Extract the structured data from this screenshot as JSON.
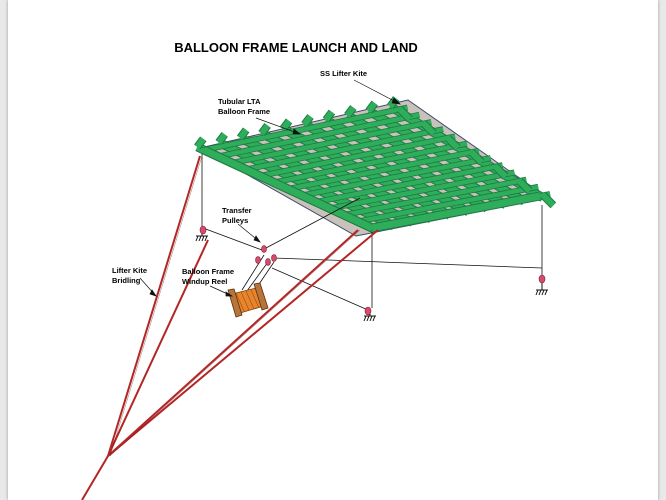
{
  "diagram": {
    "title": "BALLOON FRAME LAUNCH AND LAND",
    "labels": {
      "lifter_kite": "SS Lifter Kite",
      "balloon_frame_1": "Tubular LTA",
      "balloon_frame_2": "Balloon Frame",
      "pulleys_1": "Transfer",
      "pulleys_2": "Pulleys",
      "bridling_1": "Lifter Kite",
      "bridling_2": "Bridling",
      "reel_1": "Balloon Frame",
      "reel_2": "Windup Reel"
    },
    "colors": {
      "kite": "#c8c2bb",
      "frame": "#2eae5b",
      "bridle": "#b32626",
      "pulley": "#d64a6b",
      "reel": "#e8852c"
    }
  }
}
